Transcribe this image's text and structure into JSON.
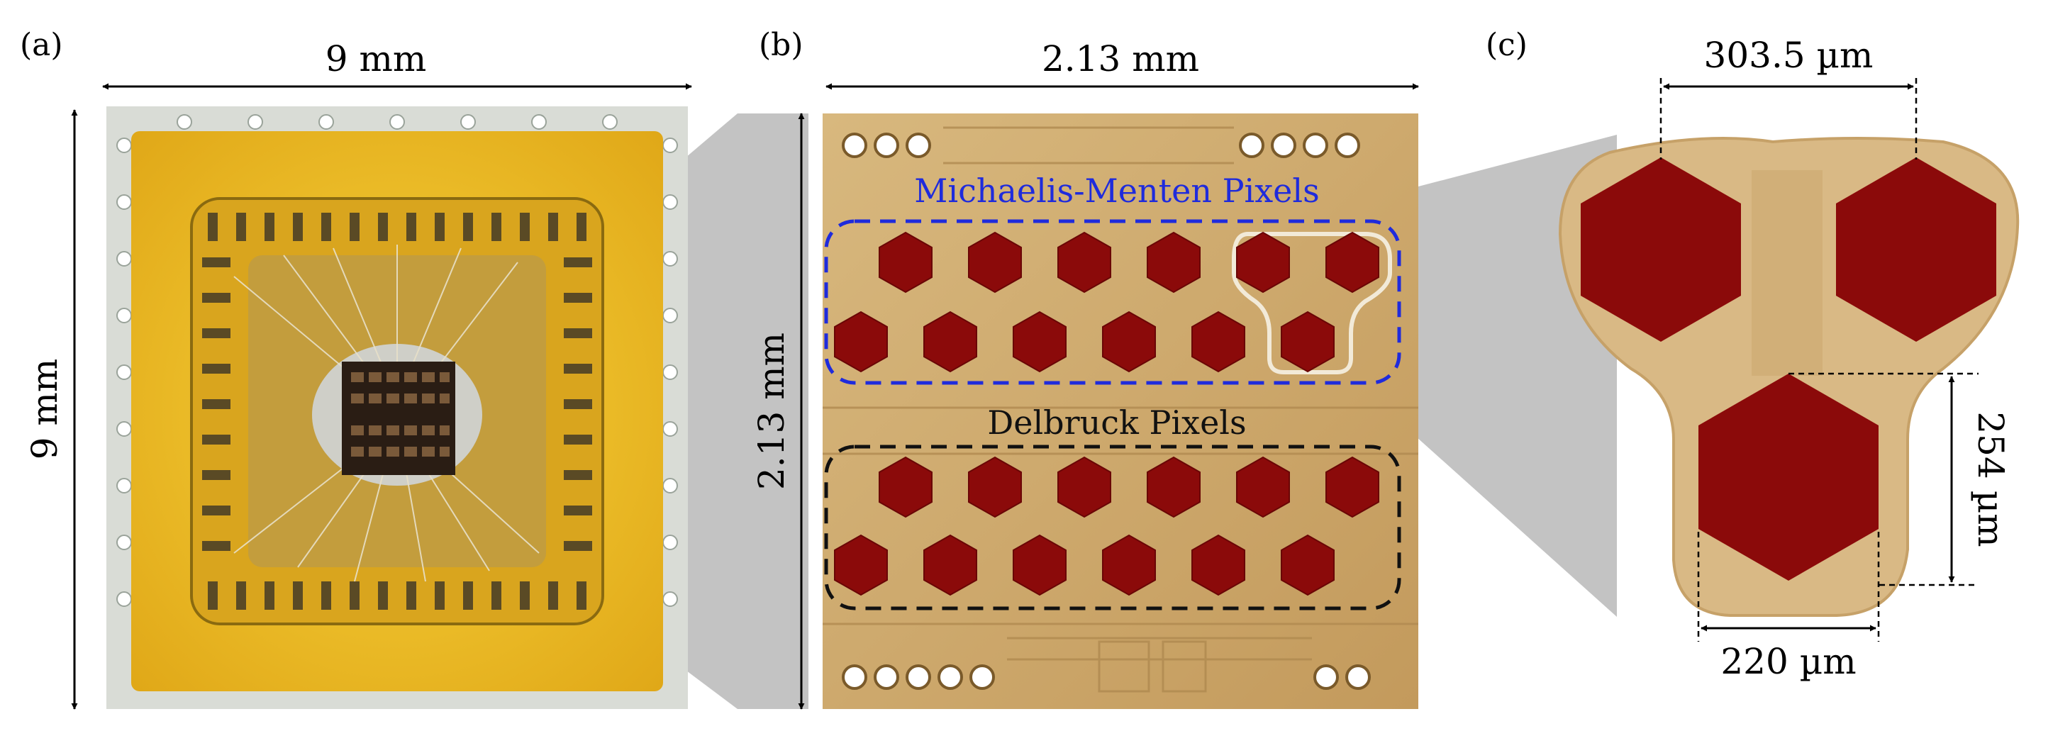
{
  "panels": {
    "a": {
      "label": "(a)",
      "width_dim": "9 mm",
      "height_dim": "9 mm"
    },
    "b": {
      "label": "(b)",
      "width_dim": "2.13 mm",
      "height_dim": "2.13 mm",
      "group_top_label": "Michaelis-Menten Pixels",
      "group_bottom_label": "Delbruck Pixels"
    },
    "c": {
      "label": "(c)",
      "top_dim": "303.5 µm",
      "right_dim": "254 µm",
      "bottom_dim": "220 µm"
    }
  },
  "colors": {
    "pixel": "#8b0a0a",
    "michaelis_outline": "#1f2bdc",
    "delbruck_outline": "#111111",
    "die": "#c9a56c",
    "package": "#f2c21a"
  }
}
